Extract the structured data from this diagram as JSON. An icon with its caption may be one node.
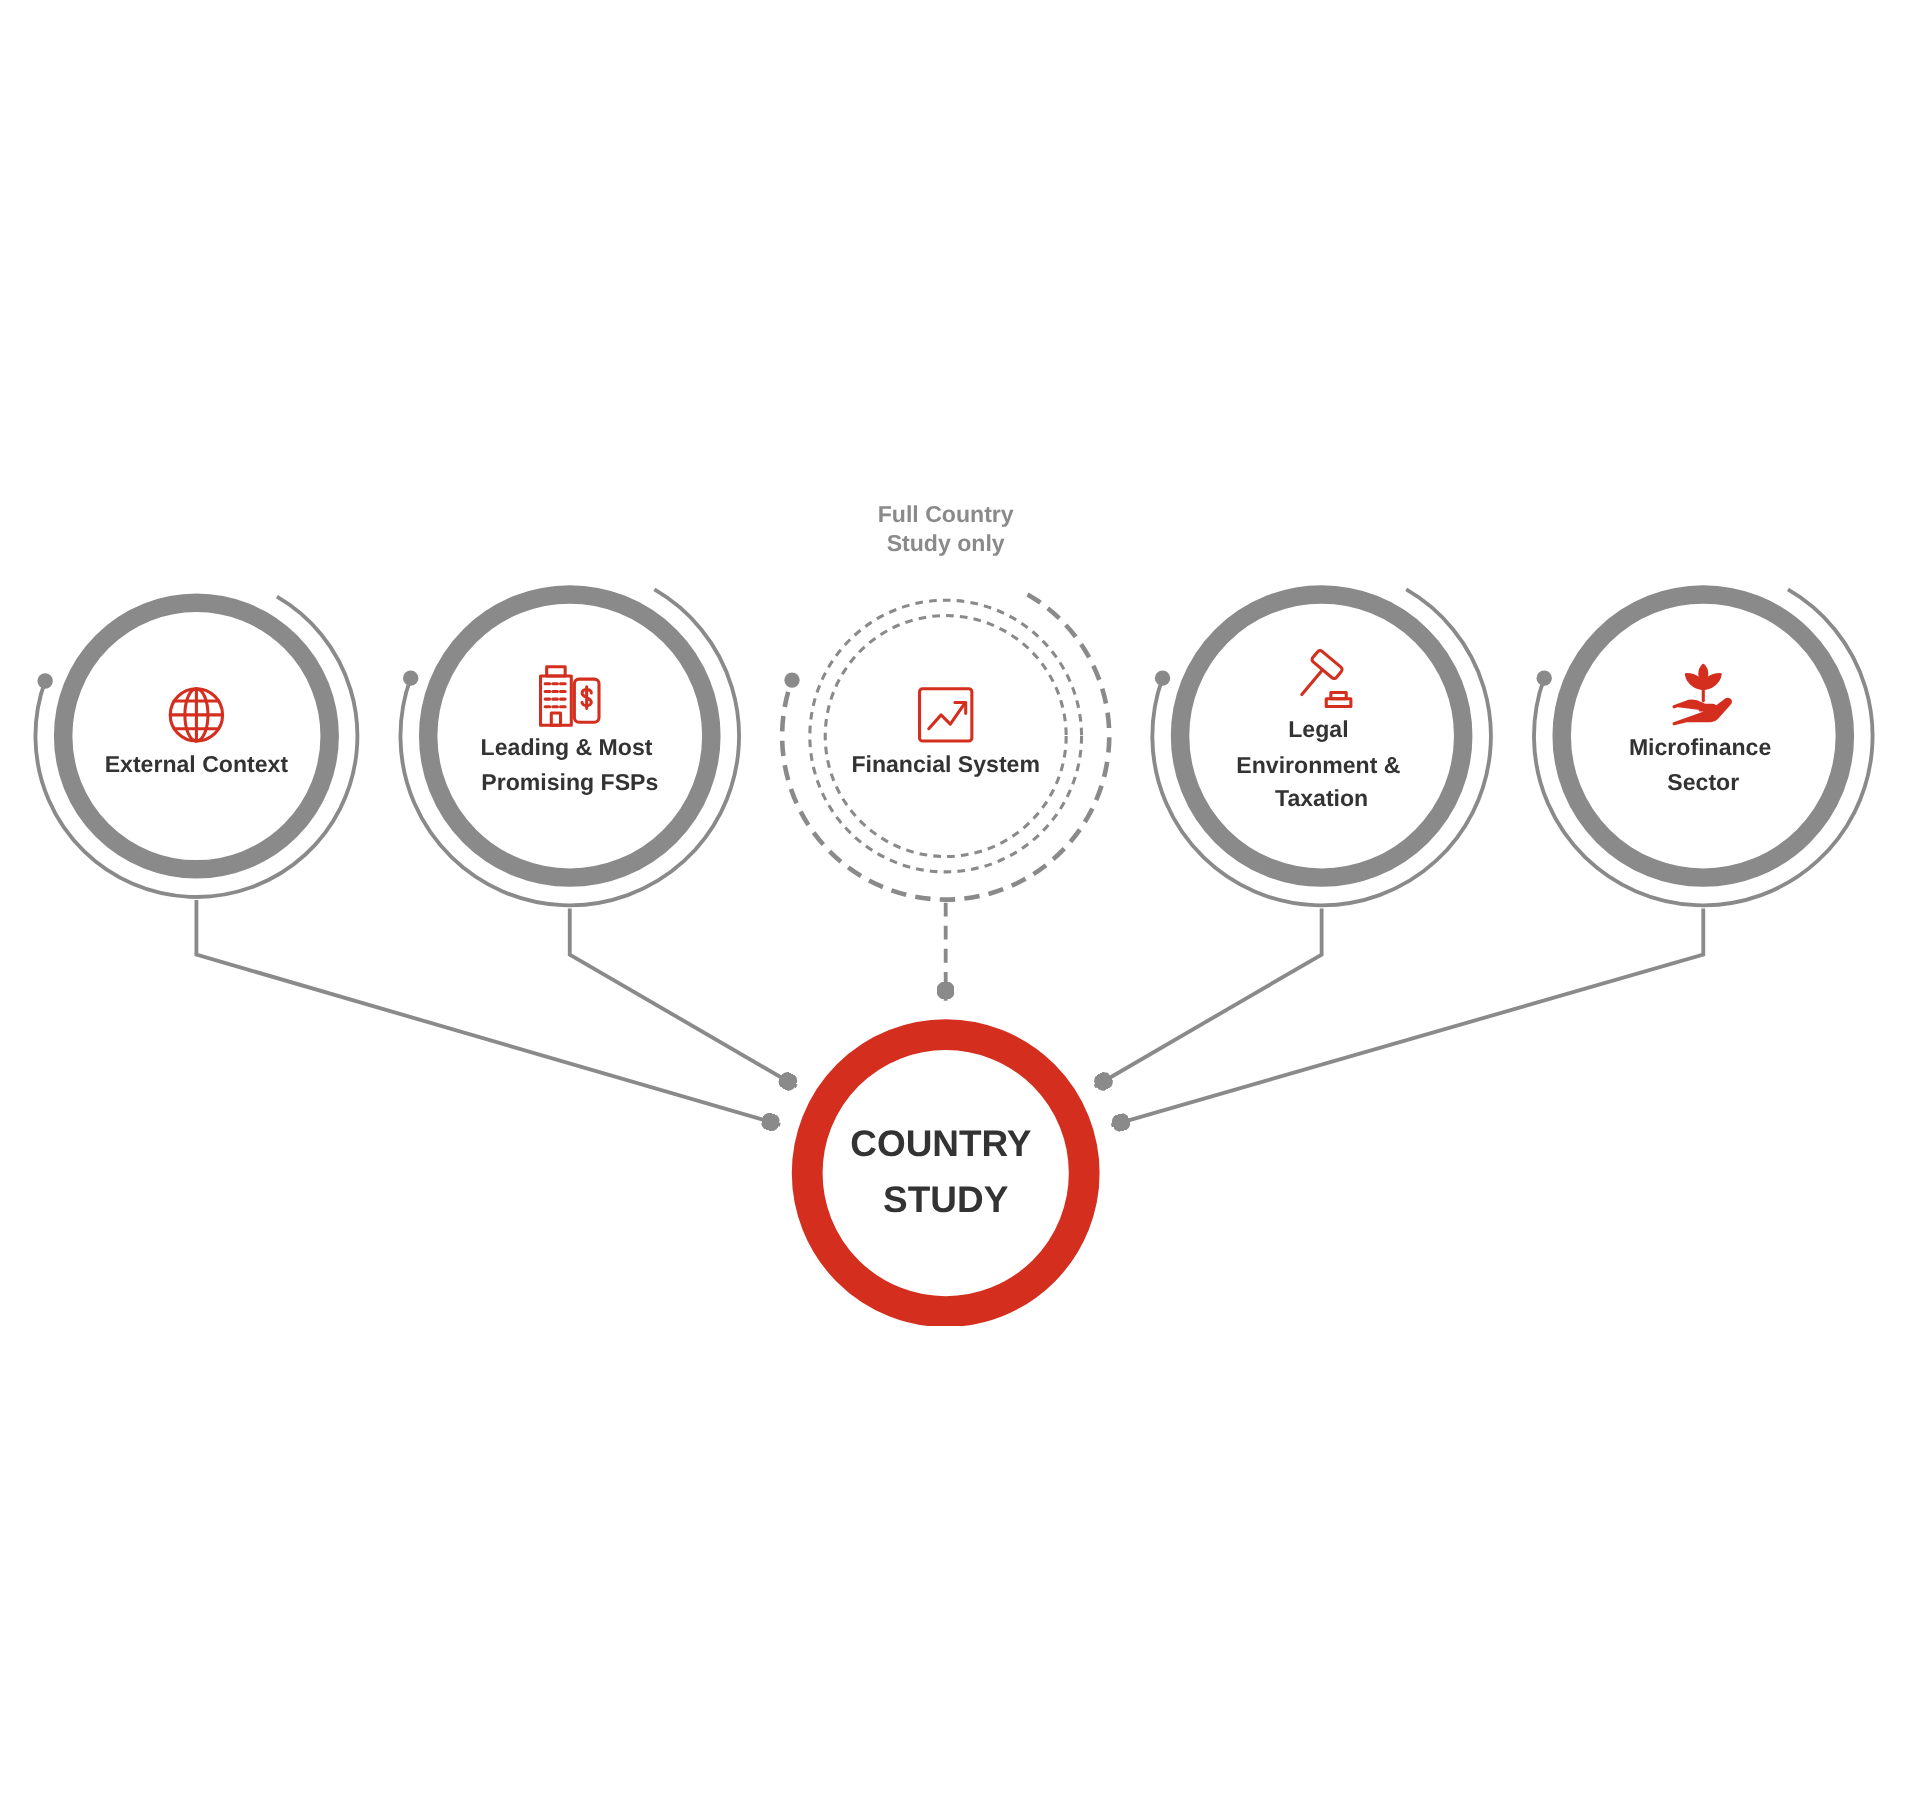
{
  "diagram": {
    "nodes": [
      {
        "text": [
          "External Context"
        ]
      },
      {
        "text": [
          "Leading & Most Promising FSPs"
        ]
      },
      {
        "text": [
          "Financial System"
        ],
        "beside": [
          "Full Country Study only"
        ]
      },
      {
        "text": [
          "COUNTRY STUDY"
        ]
      },
      {
        "text": [
          "Legal Environment & Taxation"
        ]
      },
      {
        "text": [
          "Microfinance Sector"
        ]
      }
    ],
    "edges": [
      {
        "from": 0,
        "to": 3,
        "arrow": "other"
      },
      {
        "from": 1,
        "to": 3,
        "arrow": "other"
      },
      {
        "from": 2,
        "to": 3,
        "arrow": "other",
        "style": "dashed"
      },
      {
        "from": 4,
        "to": 3,
        "arrow": "other"
      },
      {
        "from": 5,
        "to": 3,
        "arrow": "other"
      }
    ]
  }
}
